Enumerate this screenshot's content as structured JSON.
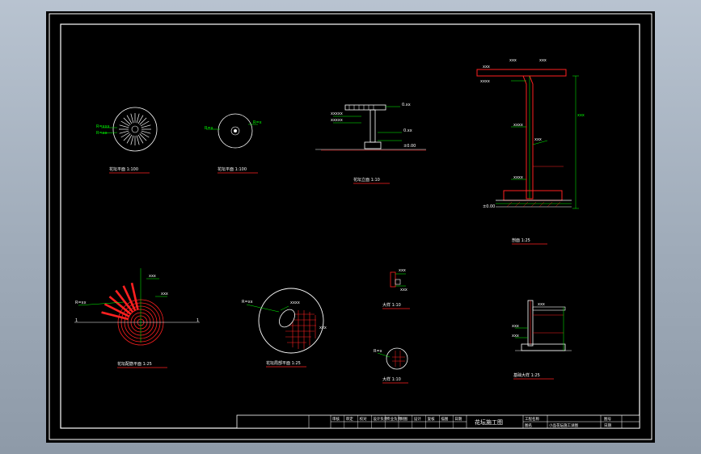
{
  "colors": {
    "background": "#000000",
    "border": "#ffffff",
    "section": "#ff2020",
    "green": "#00ff00",
    "white": "#ffffff",
    "accent": "#ffff00"
  },
  "views": {
    "plan1": "花坛平面 1:100",
    "plan2": "花坛平面 1:100",
    "elev_small": "花坛立面 1:10",
    "section_big": "剖面 1:25",
    "plan_reinf": "花坛配筋平面 1:25",
    "plan_detail": "花坛局部平面 1:25",
    "detail_a": "大样 1:10",
    "detail_b": "大样 1:10",
    "base_detail": "基础大样 1:25"
  },
  "title_block": {
    "cells": [
      "审核",
      "审定",
      "校对",
      "设计负责",
      "专业负责",
      "制图",
      "设计",
      "复核",
      "描图",
      "日期"
    ],
    "drawing_title": "花坛施工图",
    "project_label": "工程名称",
    "drawing_no_label": "图号",
    "sub_label": "图名",
    "sub_value": "小品花坛施工详图",
    "date_label": "日期"
  }
}
